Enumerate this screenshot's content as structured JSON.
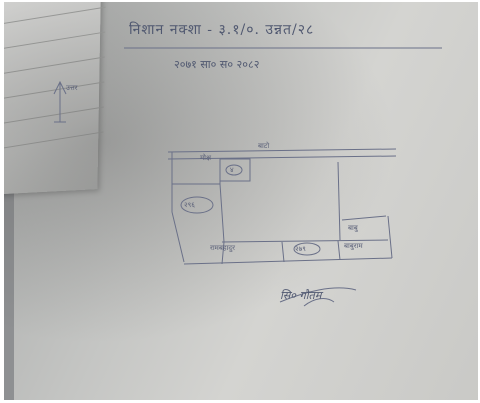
{
  "document": {
    "title": "निशान नक्शा - ३.१/०. उन्नत/२८",
    "subtitle": "२०७१ सा० स० २०८२"
  },
  "sketch": {
    "road_label": "बाटो",
    "labels": {
      "top_left_plot": "मोक्ष",
      "top_plot_number": "४",
      "left_plot_number": "२९६",
      "bottom_left_owner": "रामबहादुर",
      "bottom_middle_number": "२७९",
      "bottom_right_owner": "बाबुराम",
      "right_plot_label": "बाबु"
    },
    "north_marker": "उत्तर"
  },
  "signature": {
    "text": "सि० गौतम"
  }
}
